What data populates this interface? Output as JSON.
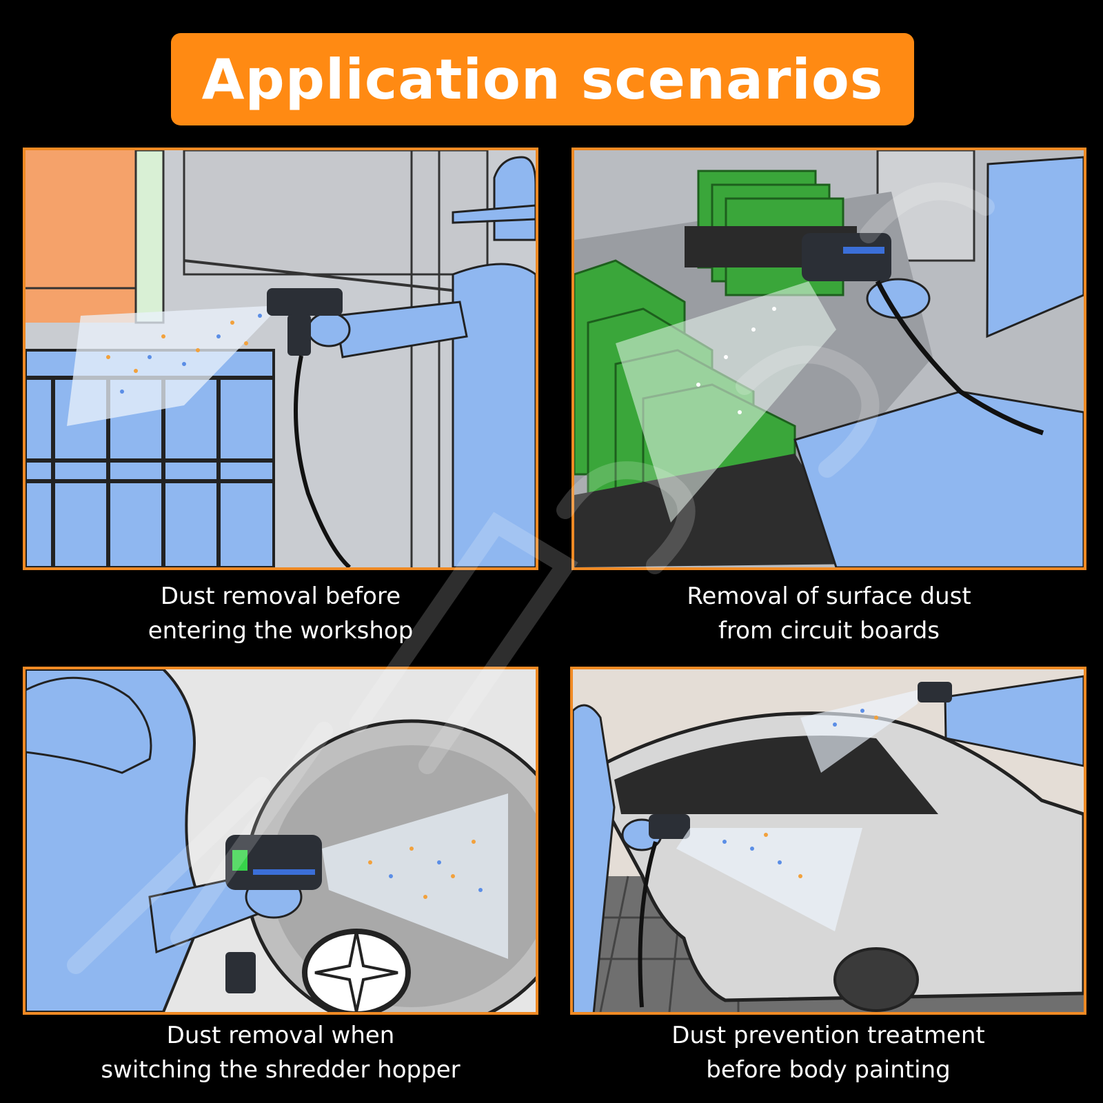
{
  "header": {
    "title": "Application scenarios",
    "banner_color": "#ff8a13"
  },
  "scenarios": [
    {
      "caption_line1": "Dust removal before",
      "caption_line2": "entering the workshop",
      "illustration": "worker-spraying-crates"
    },
    {
      "caption_line1": "Removal of surface dust",
      "caption_line2": "from circuit boards",
      "illustration": "worker-spraying-circuit-boards"
    },
    {
      "caption_line1": "Dust removal when",
      "caption_line2": "switching the shredder hopper",
      "illustration": "worker-spraying-shredder-hopper"
    },
    {
      "caption_line1": "Dust prevention treatment",
      "caption_line2": "before body painting",
      "illustration": "workers-spraying-car-body"
    }
  ],
  "style": {
    "panel_border_color": "#f08a24",
    "figure_color": "#8fb7f0",
    "background_color": "#000000"
  }
}
